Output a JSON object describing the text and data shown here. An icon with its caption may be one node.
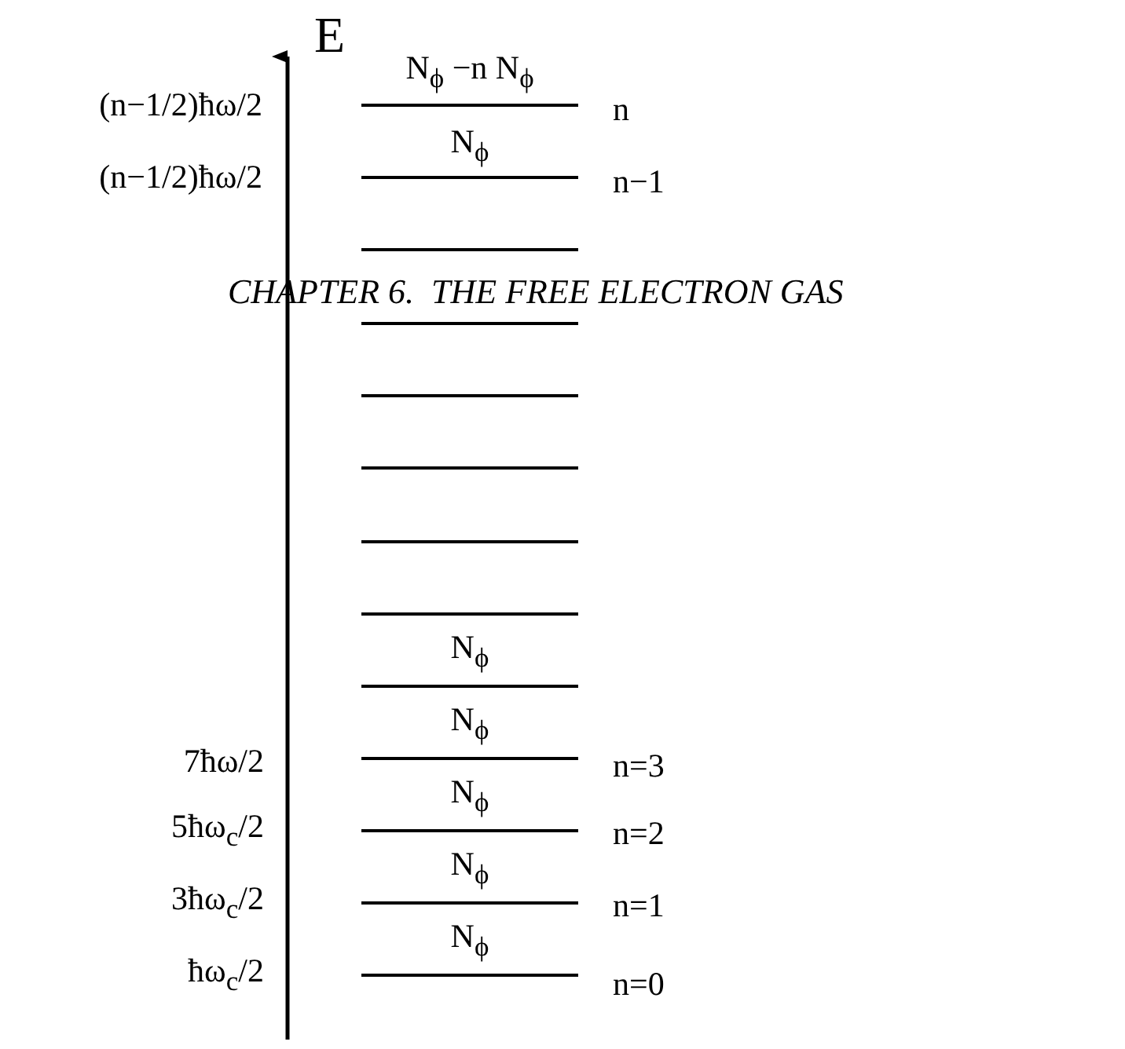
{
  "diagram": {
    "labels": [
      "E",
      "N$_{ϕ}$ −n N$_{ϕ}$",
      "(n−1/2)ħω/2",
      "n",
      "N$_{ϕ}$",
      "(n−1/2)ħω/2",
      "n−1",
      "CHAPTER 6.  THE FREE ELECTRON GAS",
      "N$_{ϕ}$",
      "N$_{ϕ}$",
      "7ħω/2",
      "n=3",
      "N$_{ϕ}$",
      "5ħω$_{c}$/2",
      "n=2",
      "N$_{ϕ}$",
      "3ħω$_{c}$/2",
      "n=1",
      "N$_{ϕ}$",
      "ħω$_{c}$/2",
      "n=0"
    ]
  }
}
